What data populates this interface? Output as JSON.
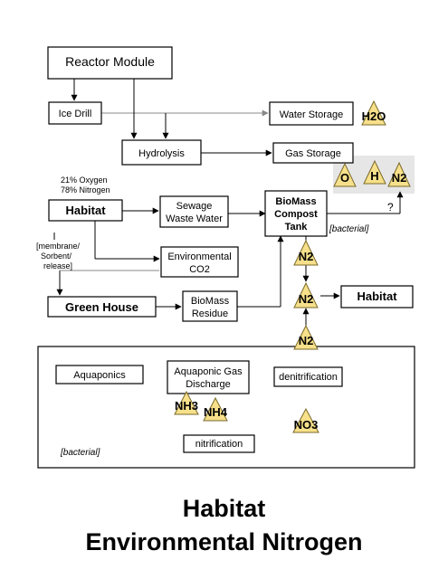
{
  "boxes": {
    "reactor": "Reactor Module",
    "ice_drill": "Ice Drill",
    "water_storage": "Water Storage",
    "hydrolysis": "Hydrolysis",
    "gas_storage": "Gas Storage",
    "habitat": "Habitat",
    "sewage_1": "Sewage",
    "sewage_2": "Waste Water",
    "biomass_compost_1": "BioMass",
    "biomass_compost_2": "Compost",
    "biomass_compost_3": "Tank",
    "env_co2_1": "Environmental",
    "env_co2_2": "CO2",
    "green_house": "Green House",
    "biomass_residue_1": "BioMass",
    "biomass_residue_2": "Residue",
    "habitat_out": "Habitat",
    "aquaponics": "Aquaponics",
    "aqua_gas_1": "Aquaponic Gas",
    "aqua_gas_2": "Discharge",
    "denitrification": "denitrification",
    "nitrification": "nitrification"
  },
  "labels": {
    "oxygen": "21% Oxygen",
    "nitrogen": "78% Nitrogen",
    "membrane_1": "[membrane/",
    "membrane_2": "Sorbent/",
    "membrane_3": "release]",
    "bacterial_tank": "[bacterial]",
    "bacterial_bottom": "[bacterial]",
    "question": "?"
  },
  "molecules": {
    "h2o": "H2O",
    "o": "O",
    "h": "H",
    "n2_gas": "N2",
    "n2_tank": "N2",
    "n2_mid": "N2",
    "n2_low": "N2",
    "nh3": "NH3",
    "nh4": "NH4",
    "no3": "NO3"
  },
  "title": {
    "line1": "Habitat",
    "line2": "Environmental Nitrogen"
  }
}
